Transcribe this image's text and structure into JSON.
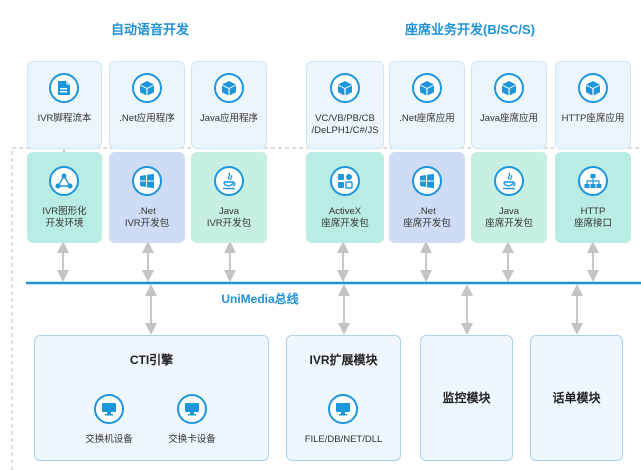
{
  "titles": {
    "voice": "自动语音开发",
    "seat": "座席业务开发(B/SC/S)"
  },
  "bus": {
    "label": "UniMedia总线"
  },
  "top_cards": [
    {
      "label": "IVR脚程流本",
      "icon": "document-icon"
    },
    {
      "label": ".Net应用程序",
      "icon": "cube-icon"
    },
    {
      "label": "Java应用程序",
      "icon": "cube-icon"
    },
    {
      "label": "VC/VB/PB/CB\n/DeLPH1/C#/JS",
      "icon": "cube-icon"
    },
    {
      "label": ".Net座席应用",
      "icon": "cube-icon"
    },
    {
      "label": "Java座席应用",
      "icon": "cube-icon"
    },
    {
      "label": "HTTP座席应用",
      "icon": "cube-icon"
    }
  ],
  "mid_cards": [
    {
      "label": "IVR图形化\n开发环境",
      "icon": "network-icon"
    },
    {
      "label": ".Net\nIVR开发包",
      "icon": "windows-icon"
    },
    {
      "label": "Java\nIVR开发包",
      "icon": "java-icon"
    },
    {
      "label": "ActiveX\n座席开发包",
      "icon": "activex-icon"
    },
    {
      "label": ".Net\n座席开发包",
      "icon": "windows-icon"
    },
    {
      "label": "Java\n座席开发包",
      "icon": "java-icon"
    },
    {
      "label": "HTTP\n座席接口",
      "icon": "hierarchy-icon"
    }
  ],
  "modules": {
    "cti": {
      "title": "CTI引擎",
      "devices": [
        "交换机设备",
        "交换卡设备"
      ]
    },
    "ivr": {
      "title": "IVR扩展模块",
      "caption": "FILE/DB/NET/DLL"
    },
    "monitor": {
      "title": "监控模块"
    },
    "cdr": {
      "title": "话单模块"
    }
  },
  "colors": {
    "accent": "#1c96dc",
    "bus_line": "#2093d8",
    "top_card_bg": "#ebf5fb",
    "mid_teal": "#b9ece3",
    "mid_blue": "#cfdcf6",
    "module_bg": "#eef7fd",
    "arrow": "#c8c8c8"
  }
}
